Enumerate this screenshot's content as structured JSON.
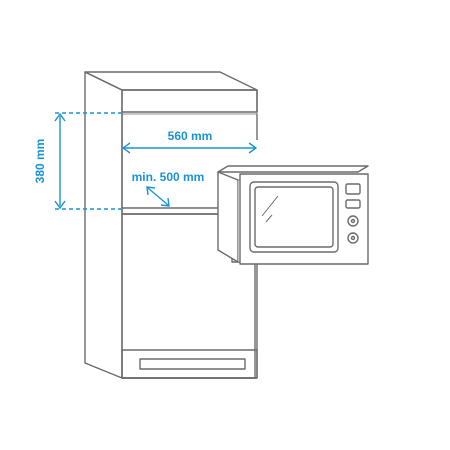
{
  "colors": {
    "outline": "#6b6b6b",
    "dimension": "#1a93d6",
    "background": "#ffffff"
  },
  "dimensions": {
    "height_label": "380 mm",
    "width_label": "560 mm",
    "depth_label": "min. 500 mm"
  },
  "icons": [
    "cabinet-icon",
    "microwave-icon",
    "control-knob-icon"
  ]
}
